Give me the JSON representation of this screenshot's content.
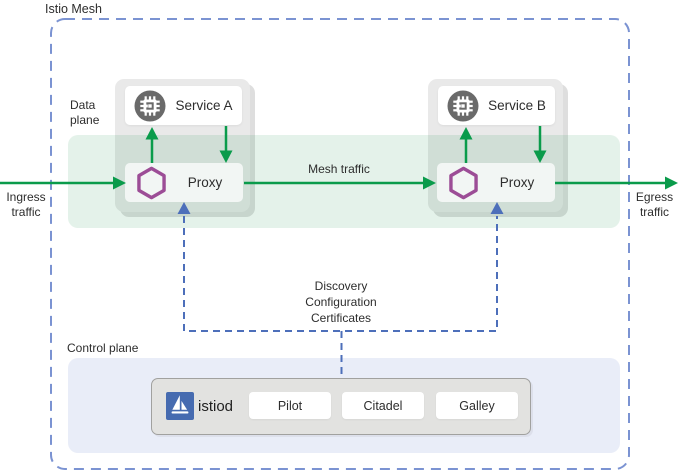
{
  "diagram_title": "Istio Mesh",
  "planes": {
    "data_plane_label": "Data\nplane",
    "control_plane_label": "Control plane"
  },
  "traffic_labels": {
    "ingress": "Ingress\ntraffic",
    "egress": "Egress\ntraffic",
    "mesh": "Mesh traffic"
  },
  "connector_label": "Discovery\nConfiguration\nCertificates",
  "pods": [
    {
      "service_label": "Service A",
      "proxy_label": "Proxy"
    },
    {
      "service_label": "Service B",
      "proxy_label": "Proxy"
    }
  ],
  "control_plane": {
    "istiod_label": "istiod",
    "components": [
      {
        "label": "Pilot"
      },
      {
        "label": "Citadel"
      },
      {
        "label": "Galley"
      }
    ]
  },
  "icons": {
    "service": "chip-icon",
    "proxy": "hexagon-icon",
    "istiod": "sailboat-icon"
  },
  "colors": {
    "traffic_green": "#0a9b4b",
    "proxy_purple": "#9c4d96",
    "connector_blue": "#4d6fba",
    "mesh_border_blue": "#7b93d2",
    "istio_logo_blue": "#466bb0",
    "service_icon_gray": "#6a6a6a",
    "data_plane_band": "#e4f0e8",
    "control_plane_bg": "#e9edf8",
    "istiod_box_bg": "#e2e2e0"
  }
}
